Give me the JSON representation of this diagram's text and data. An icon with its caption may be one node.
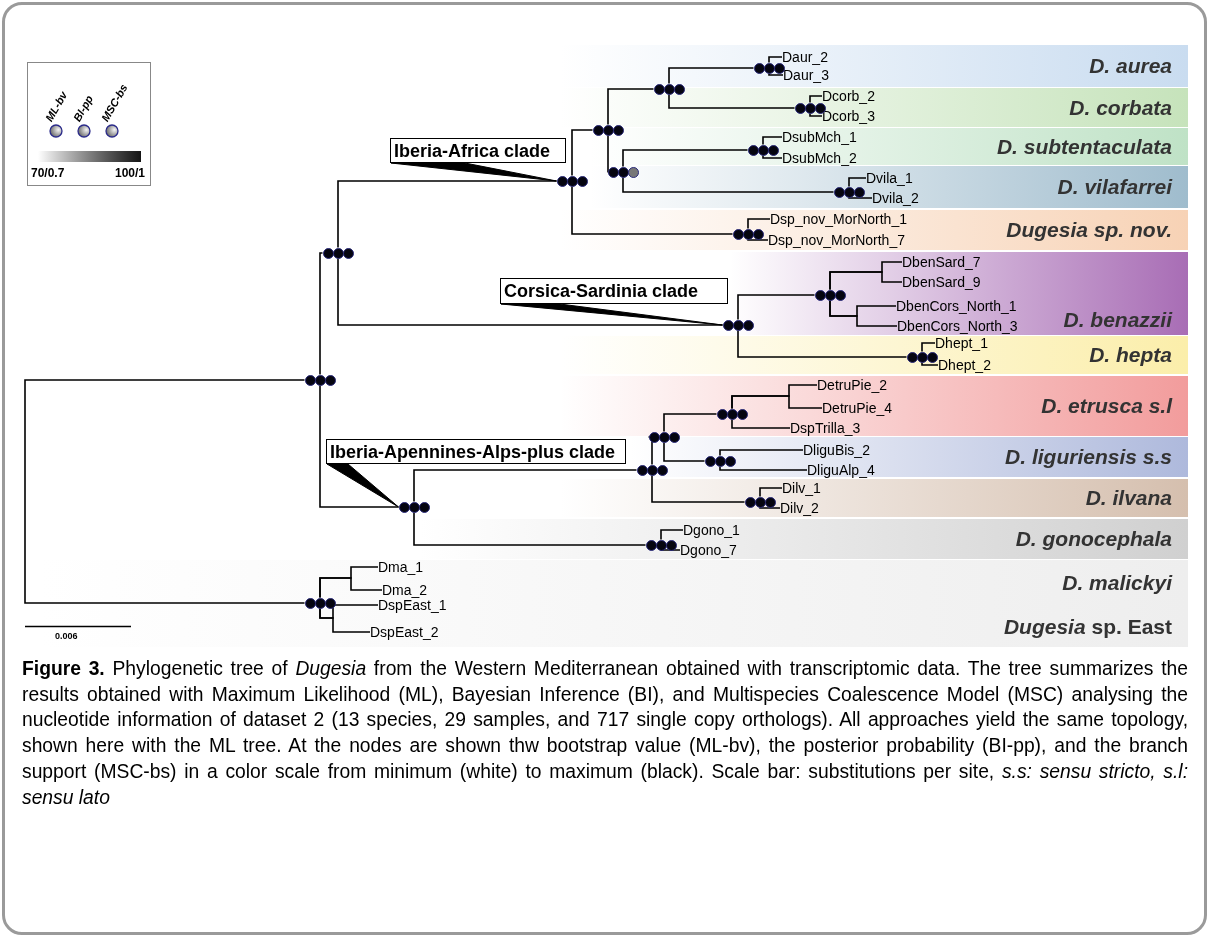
{
  "diagram": {
    "caption": "**Figure 3.** Phylogenetic tree of *Dugesia* from the Western Mediterranean obtained with transcriptomic data. The tree summarizes the results obtained with Maximum Likelihood (ML), Bayesian Inference (BI), and Multispecies Coalescence Model (MSC) analysing the nucleotide information of dataset 2 (13 species, 29 samples, and 717 single copy orthologs). All approaches yield the same topology, shown here with the ML tree. At the nodes are shown thw bootstrap value (ML-bv), the posterior probability (BI-pp), and the branch support (MSC-bs) in a color scale from minimum (white) to maximum (black). Scale bar: substitutions per site, *s.s: sensu stricto, s.l: sensu lato*",
    "nodes": [
      {
        "text": [
          "D. aurea"
        ]
      },
      {
        "text": [
          "Daur_2"
        ],
        "in": 0
      },
      {
        "text": [
          "Daur_3"
        ],
        "in": 0
      },
      {
        "text": [
          "D. corbata"
        ]
      },
      {
        "text": [
          "Dcorb_2"
        ],
        "in": 3
      },
      {
        "text": [
          "Dcorb_3"
        ],
        "in": 3
      },
      {
        "text": [
          "D. subtentaculata"
        ]
      },
      {
        "text": [
          "DsubMch_1"
        ],
        "in": 6
      },
      {
        "text": [
          "DsubMch_2"
        ],
        "in": 6
      },
      {
        "text": [
          "D. vilafarrei"
        ]
      },
      {
        "text": [
          "Dvila_1"
        ],
        "in": 9
      },
      {
        "text": [
          "Dvila_2"
        ],
        "in": 9
      },
      {
        "text": [
          "Dugesia sp. nov."
        ]
      },
      {
        "text": [
          "Dsp_nov_MorNorth_1"
        ],
        "in": 12
      },
      {
        "text": [
          "Dsp_nov_MorNorth_7"
        ],
        "in": 12
      },
      {
        "text": [
          "D. benazzii"
        ]
      },
      {
        "text": [
          "DbenSard_7"
        ],
        "in": 15
      },
      {
        "text": [
          "DbenSard_9"
        ],
        "in": 15
      },
      {
        "text": [
          "DbenCors_North_1"
        ],
        "in": 15
      },
      {
        "text": [
          "DbenCors_North_3"
        ],
        "in": 15
      },
      {
        "text": [
          "D. hepta"
        ]
      },
      {
        "text": [
          "Dhept_1"
        ],
        "in": 20
      },
      {
        "text": [
          "Dhept_2"
        ],
        "in": 20
      },
      {
        "text": [
          "D. etrusca s.l"
        ]
      },
      {
        "text": [
          "DetruPie_2"
        ],
        "in": 23
      },
      {
        "text": [
          "DetruPie_4"
        ],
        "in": 23
      },
      {
        "text": [
          "DspTrilla_3"
        ],
        "in": 23
      },
      {
        "text": [
          "D. liguriensis s.s"
        ]
      },
      {
        "text": [
          "DliguBis_2"
        ],
        "in": 27
      },
      {
        "text": [
          "DliguAlp_4"
        ],
        "in": 27
      },
      {
        "text": [
          "D. ilvana"
        ]
      },
      {
        "text": [
          "Dilv_1"
        ],
        "in": 30
      },
      {
        "text": [
          "Dilv_2"
        ],
        "in": 30
      },
      {
        "text": [
          "D. gonocephala"
        ]
      },
      {
        "text": [
          "Dgono_1"
        ],
        "in": 33
      },
      {
        "text": [
          "Dgono_7"
        ],
        "in": 33
      },
      {
        "text": [
          "D. malickyi",
          "*Dugesia* sp. East"
        ]
      },
      {
        "text": [
          "Dma_1"
        ],
        "in": 36
      },
      {
        "text": [
          "Dma_2"
        ],
        "in": 36
      },
      {
        "text": [
          "DspEast_1"
        ],
        "in": 36
      },
      {
        "text": [
          "DspEast_2"
        ],
        "in": 36
      },
      {
        "text": [
          "Iberia-Africa clade"
        ]
      },
      {
        "text": [
          "Corsica-Sardinia clade"
        ]
      },
      {
        "text": [
          "Iberia-Apennines-Alps-plus clade"
        ]
      },
      {
        "text": [],
        "shape": "circle"
      },
      {
        "text": [],
        "shape": "circle"
      },
      {
        "text": [],
        "shape": "circle"
      },
      {
        "text": [],
        "shape": "circle"
      },
      {
        "text": [],
        "shape": "circle"
      },
      {
        "text": [],
        "shape": "circle",
        "in": 0
      },
      {
        "text": [],
        "shape": "circle",
        "in": 3
      },
      {
        "text": [],
        "shape": "circle",
        "in": 9
      },
      {
        "text": [],
        "shape": "circle",
        "in": 6
      },
      {
        "text": [],
        "shape": "circle",
        "in": 9
      },
      {
        "text": [],
        "shape": "circle",
        "in": 12
      },
      {
        "text": [],
        "shape": "circle"
      },
      {
        "text": [],
        "shape": "circle",
        "in": 15
      },
      {
        "text": [],
        "shape": "circle",
        "in": 20
      },
      {
        "text": [],
        "shape": "circle"
      },
      {
        "text": [],
        "shape": "circle",
        "in": 27
      },
      {
        "text": [],
        "shape": "circle"
      },
      {
        "text": [],
        "shape": "circle",
        "in": 23
      },
      {
        "text": [],
        "shape": "circle",
        "in": 27
      },
      {
        "text": [],
        "shape": "circle",
        "in": 30
      },
      {
        "text": [],
        "shape": "circle",
        "in": 33
      },
      {
        "text": [],
        "shape": "circle",
        "in": 36
      }
    ],
    "edges": [
      {
        "from": 44,
        "to": 65,
        "arrow": "none"
      },
      {
        "from": 44,
        "to": 45,
        "arrow": "none"
      },
      {
        "from": 44,
        "to": 58,
        "arrow": "none"
      },
      {
        "from": 45,
        "to": 46,
        "arrow": "none"
      },
      {
        "from": 45,
        "to": 55,
        "arrow": "none"
      },
      {
        "from": 46,
        "to": 47,
        "arrow": "none"
      },
      {
        "from": 46,
        "to": 54,
        "arrow": "none"
      },
      {
        "from": 47,
        "to": 48,
        "arrow": "none"
      },
      {
        "from": 47,
        "to": 51,
        "arrow": "none"
      },
      {
        "from": 48,
        "to": 49,
        "arrow": "none"
      },
      {
        "from": 48,
        "to": 50,
        "arrow": "none"
      },
      {
        "from": 49,
        "to": 1,
        "arrow": "none"
      },
      {
        "from": 49,
        "to": 2,
        "arrow": "none"
      },
      {
        "from": 50,
        "to": 4,
        "arrow": "none"
      },
      {
        "from": 50,
        "to": 5,
        "arrow": "none"
      },
      {
        "from": 51,
        "to": 52,
        "arrow": "none"
      },
      {
        "from": 51,
        "to": 53,
        "arrow": "none"
      },
      {
        "from": 52,
        "to": 7,
        "arrow": "none"
      },
      {
        "from": 52,
        "to": 8,
        "arrow": "none"
      },
      {
        "from": 53,
        "to": 10,
        "arrow": "none"
      },
      {
        "from": 53,
        "to": 11,
        "arrow": "none"
      },
      {
        "from": 54,
        "to": 13,
        "arrow": "none"
      },
      {
        "from": 54,
        "to": 14,
        "arrow": "none"
      },
      {
        "from": 55,
        "to": 56,
        "arrow": "none"
      },
      {
        "from": 55,
        "to": 57,
        "arrow": "none"
      },
      {
        "from": 56,
        "to": 16,
        "arrow": "none"
      },
      {
        "from": 56,
        "to": 17,
        "arrow": "none"
      },
      {
        "from": 56,
        "to": 18,
        "arrow": "none"
      },
      {
        "from": 56,
        "to": 19,
        "arrow": "none"
      },
      {
        "from": 57,
        "to": 21,
        "arrow": "none"
      },
      {
        "from": 57,
        "to": 22,
        "arrow": "none"
      },
      {
        "from": 58,
        "to": 59,
        "arrow": "none"
      },
      {
        "from": 58,
        "to": 64,
        "arrow": "none"
      },
      {
        "from": 59,
        "to": 60,
        "arrow": "none"
      },
      {
        "from": 59,
        "to": 63,
        "arrow": "none"
      },
      {
        "from": 60,
        "to": 61,
        "arrow": "none"
      },
      {
        "from": 60,
        "to": 62,
        "arrow": "none"
      },
      {
        "from": 61,
        "to": 24,
        "arrow": "none"
      },
      {
        "from": 61,
        "to": 25,
        "arrow": "none"
      },
      {
        "from": 61,
        "to": 26,
        "arrow": "none"
      },
      {
        "from": 62,
        "to": 28,
        "arrow": "none"
      },
      {
        "from": 62,
        "to": 29,
        "arrow": "none"
      },
      {
        "from": 63,
        "to": 31,
        "arrow": "none"
      },
      {
        "from": 63,
        "to": 32,
        "arrow": "none"
      },
      {
        "from": 64,
        "to": 34,
        "arrow": "none"
      },
      {
        "from": 64,
        "to": 35,
        "arrow": "none"
      },
      {
        "from": 65,
        "to": 37,
        "arrow": "none"
      },
      {
        "from": 65,
        "to": 38,
        "arrow": "none"
      },
      {
        "from": 65,
        "to": 39,
        "arrow": "none"
      },
      {
        "from": 65,
        "to": 40,
        "arrow": "none"
      },
      {
        "from": 41,
        "to": 46,
        "arrow": "none"
      },
      {
        "from": 42,
        "to": 55,
        "arrow": "none"
      },
      {
        "from": 43,
        "to": 58,
        "arrow": "none"
      }
    ],
    "labels": [
      "70/0.7",
      "100/1",
      "0.006"
    ],
    "legend": [
      {
        "text": "ML-bv"
      },
      {
        "text": "BI-pp"
      },
      {
        "text": "MSC-bs"
      }
    ]
  }
}
